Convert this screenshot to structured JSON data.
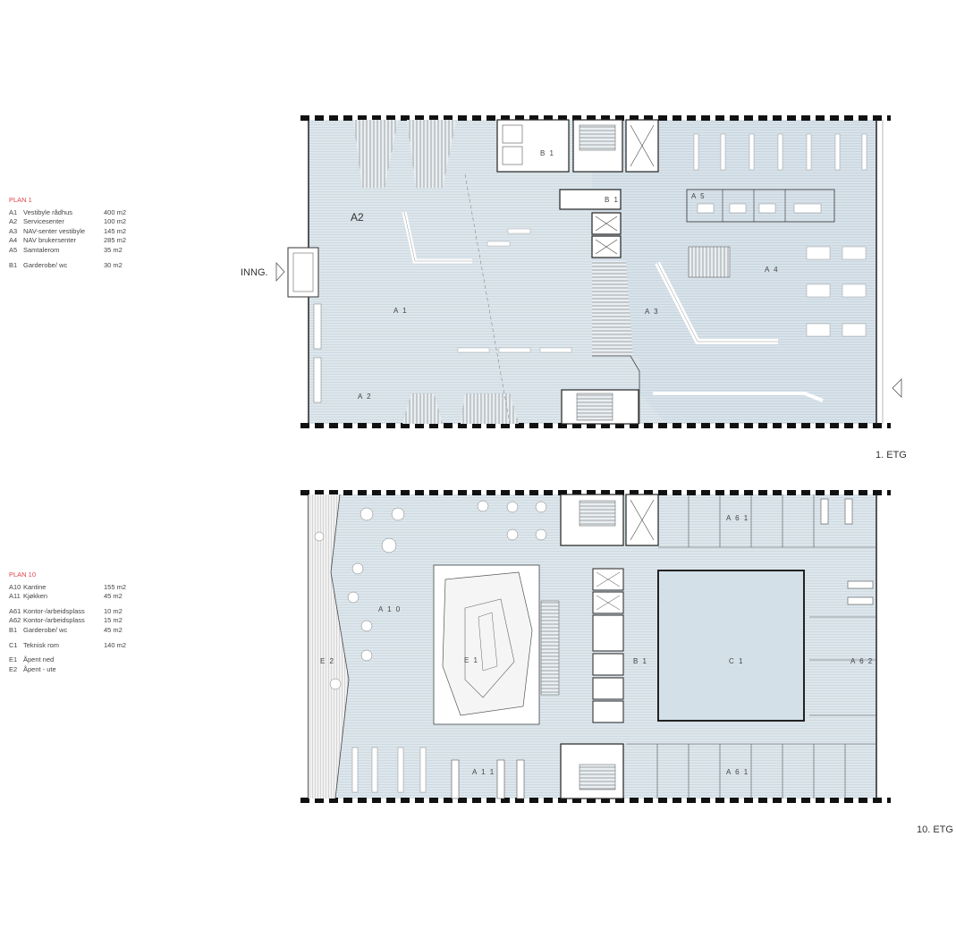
{
  "plan1": {
    "title": "PLAN 1",
    "rows": [
      {
        "code": "A1",
        "name": "Vestibyle rådhus",
        "area": "400 m2"
      },
      {
        "code": "A2",
        "name": "Servicesenter",
        "area": "100 m2"
      },
      {
        "code": "A3",
        "name": "NAV-senter vestibyle",
        "area": "145 m2"
      },
      {
        "code": "A4",
        "name": "NAV brukersenter",
        "area": "285 m2"
      },
      {
        "code": "A5",
        "name": "Samtalerom",
        "area": "35  m2"
      },
      {
        "code": "B1",
        "name": "Garderobe/ wc",
        "area": "30  m2"
      }
    ]
  },
  "plan10": {
    "title": "PLAN 10",
    "rows": [
      {
        "code": "A10",
        "name": "Kantine",
        "area": "155 m2"
      },
      {
        "code": "A11",
        "name": "Kjøkken",
        "area": "45  m2"
      },
      {
        "code": "A61",
        "name": "Kontor-/arbeidsplass",
        "area": "10  m2"
      },
      {
        "code": "A62",
        "name": "Kontor-/arbeidsplass",
        "area": "15  m2"
      },
      {
        "code": "B1",
        "name": "Garderobe/ wc",
        "area": "45  m2"
      },
      {
        "code": "C1",
        "name": "Teknisk rom",
        "area": "140 m2"
      },
      {
        "code": "E1",
        "name": "Åpent ned",
        "area": ""
      },
      {
        "code": "E2",
        "name": "Åpent - ute",
        "area": ""
      }
    ]
  },
  "floor1": {
    "caption": "1. ETG",
    "entrance": "INNG.",
    "labels": {
      "a2_big": "A2",
      "a1": "A 1",
      "a2_small": "A 2",
      "a3": "A 3",
      "a4": "A 4",
      "a5": "A 5",
      "b1_top": "B 1",
      "b1_mid": "B 1"
    }
  },
  "floor10": {
    "caption": "10. ETG",
    "labels": {
      "a10": "A 1 0",
      "e1": "E 1",
      "e2": "E 2",
      "b1": "B 1",
      "c1": "C 1",
      "a62": "A 6 2",
      "a61_top": "A 6 1",
      "a61_bot": "A 6 1",
      "a11": "A 1 1"
    }
  },
  "colors": {
    "accent_red": "#e2454a",
    "floor_fill": "#dde6ec",
    "room_fill": "#cfdde6",
    "wall": "#1a1a1a"
  }
}
